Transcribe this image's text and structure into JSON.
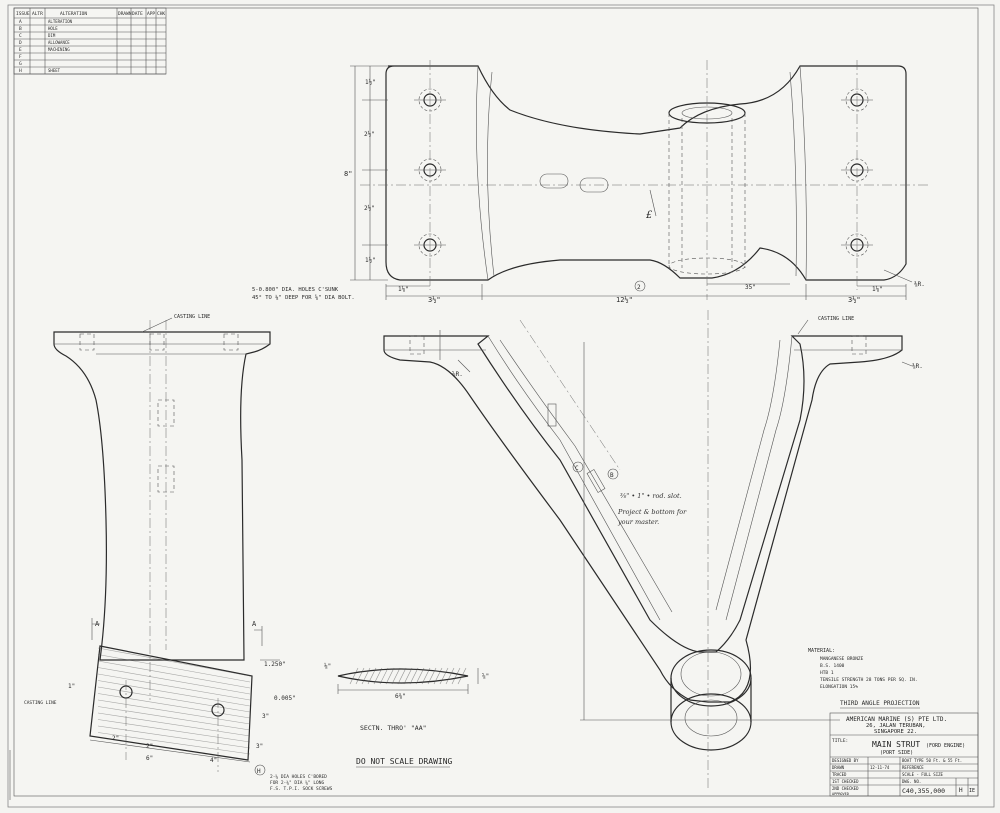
{
  "revision_table": {
    "headers": [
      "ISSUE",
      "ALTR",
      "ALTERATION",
      "DRAWN",
      "DATE",
      "APP",
      "CHK"
    ],
    "rows": [
      {
        "issue": "A",
        "altr": "",
        "text": "ALTERATION",
        "drawn": "",
        "date": "",
        "app": "",
        "chk": ""
      },
      {
        "issue": "B",
        "altr": "",
        "text": "HOLE",
        "drawn": "",
        "date": "",
        "app": "",
        "chk": ""
      },
      {
        "issue": "C",
        "altr": "",
        "text": "DIM",
        "drawn": "",
        "date": "",
        "app": "",
        "chk": ""
      },
      {
        "issue": "D",
        "altr": "",
        "text": "ALLOWANCE",
        "drawn": "",
        "date": "",
        "app": "",
        "chk": ""
      },
      {
        "issue": "E",
        "altr": "",
        "text": "MACHINING",
        "drawn": "",
        "date": "",
        "app": "",
        "chk": ""
      },
      {
        "issue": "F",
        "altr": "",
        "text": "",
        "drawn": "",
        "date": "",
        "app": "",
        "chk": ""
      },
      {
        "issue": "G",
        "altr": "",
        "text": "",
        "drawn": "",
        "date": "",
        "app": "",
        "chk": ""
      },
      {
        "issue": "H",
        "altr": "",
        "text": "SHEET",
        "drawn": "",
        "date": "",
        "app": "",
        "chk": ""
      }
    ]
  },
  "notes": {
    "holes_note_line1": "5-0.800\" DIA. HOLES C'SUNK",
    "holes_note_line2": "45° TO ⅛\" DEEP FOR ⅝\" DIA BOLT.",
    "casting_line_left": "CASTING LINE",
    "casting_line_right": "CASTING LINE",
    "casting_line_bottom": "CASTING LINE",
    "section_label": "SECTN. THRO' \"AA\"",
    "do_not_scale": "DO NOT SCALE DRAWING",
    "third_angle": "THIRD ANGLE PROJECTION",
    "hand_note_1": "⅜\" • 1\" • rod. slot.",
    "hand_note_2": "Project & bottom for",
    "hand_note_3": "your master.",
    "bottom_holes_note_1": "2-⅝ DIA HOLES C'BORED",
    "bottom_holes_note_2": "FOR 2-⅜\" DIA ⅝\" LONG",
    "bottom_holes_note_3": "F.S. T.P.I. SOCK SCREWS"
  },
  "dimensions": {
    "top_total": "12½\"",
    "top_left": "3½\"",
    "top_right": "3½\"",
    "top_inner_left": "1⅛\"",
    "top_inner_right": "1⅛\"",
    "top_center_small": "35\"",
    "height_8": "8\"",
    "v1": "1½\"",
    "v2": "2½\"",
    "v3": "2½\"",
    "v4": "1½\"",
    "radius_1": "⅜R.",
    "radius_2": "⅜R.",
    "radius_3": "⅝R.",
    "sec_w": "6⅜\"",
    "sec_h": "⅝\"",
    "sec_l": "⅛\"",
    "bl_6": "6\"",
    "bl_2a": "2\"",
    "bl_2b": "2\"",
    "bl_4": "4\"",
    "bl_3": "3\"",
    "bl_1": "1\"",
    "bl_n1": "1.250\"",
    "bl_n2": "3\"",
    "bl_n3": "0.005\"",
    "label_A1": "A",
    "label_A2": "A",
    "bubble_c": "C",
    "bubble_b": "B",
    "bubble_2": "2",
    "bubble_h": "H"
  },
  "material": {
    "title": "MATERIAL:",
    "lines": [
      "MANGANESE BRONZE",
      "B.S. 1400",
      "HTB 1",
      "TENSILE STRENGTH 28 TONS PER SQ. IN.",
      "ELONGATION 15%"
    ]
  },
  "title_block": {
    "company_1": "AMERICAN MARINE (S) PTE LTD.",
    "company_2": "26, JALAN TERUBAN,",
    "company_3": "SINGAPORE 22.",
    "title_label": "TITLE:",
    "title": "MAIN STRUT",
    "title_sub": "(FORD ENGINE)",
    "title_sub2": "(PORT SIDE)",
    "designed_by": "DESIGNED BY",
    "drawn": "DRAWN",
    "traced": "TRACED",
    "checked_1": "1ST CHECKED",
    "checked_2": "2ND CHECKED",
    "approved": "APPROVED",
    "boat_type": "BOAT TYPE 50 Ft. & 55 Ft.",
    "reference": "REFERENCE",
    "scale": "SCALE - FULL SIZE",
    "dwg_no_label": "DWG. NO.",
    "dwg_no": "C40,355,000",
    "issue": "H",
    "sheet": "IE",
    "drawn_date": "12-11-74"
  }
}
